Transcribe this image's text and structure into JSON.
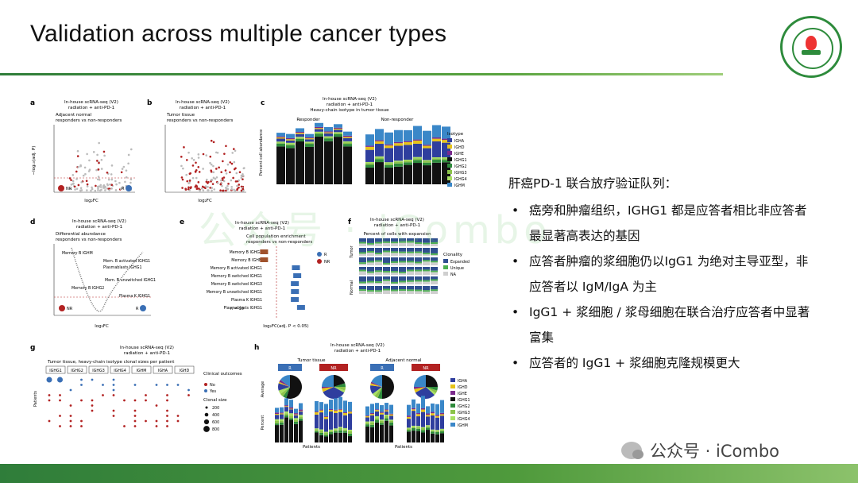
{
  "slide": {
    "title": "Validation across multiple cancer types",
    "watermark": "公众号 · iCombo",
    "footer_credit": "公众号 · iCombo"
  },
  "bullets": {
    "heading": "肝癌PD-1 联合放疗验证队列：",
    "items": [
      "癌旁和肿瘤组织，IGHG1 都是应答者相比非应答者最显著高表达的基因",
      "应答者肿瘤的浆细胞仍以IgG1 为绝对主导亚型，非应答者以 IgM/IgA 为主",
      "IgG1 + 浆细胞 / 浆母细胞在联合治疗应答者中显著富集",
      "应答者的 IgG1 + 浆细胞克隆规模更大"
    ]
  },
  "figure": {
    "panel_a": {
      "letter": "a",
      "title1": "In-house scRNA-seq (V2)",
      "title2": "radiation + anti-PD-1",
      "subtitle1": "Adjacent normal",
      "subtitle2": "responders vs non-responders",
      "xlabel": "log₂FC",
      "ylabel": "−log₁₀(adj. P)",
      "nr": "NR",
      "r": "R"
    },
    "panel_b": {
      "letter": "b",
      "title1": "In-house scRNA-seq (V2)",
      "title2": "radiation + anti-PD-1",
      "subtitle1": "Tumor tissue",
      "subtitle2": "responders vs non-responders",
      "xlabel": "log₂FC"
    },
    "panel_c": {
      "letter": "c",
      "title1": "In-house scRNA-seq (V2)",
      "title2": "radiation + anti-PD-1",
      "title3": "Heavy-chain isotype in tumor tissue",
      "left": "Responder",
      "right": "Non-responder",
      "ylabel": "Percent cell abundance",
      "legend_title": "Isotype",
      "legend": [
        "IGHA",
        "IGHD",
        "IGHE",
        "IGHG1",
        "IGHG2",
        "IGHG3",
        "IGHG4",
        "IGHM"
      ]
    },
    "panel_d": {
      "letter": "d",
      "title1": "In-house scRNA-seq (V2)",
      "title2": "radiation + anti-PD-1",
      "subtitle1": "Differential abundance",
      "subtitle2": "responders vs non-responders",
      "xlabel": "log₂FC",
      "nr": "NR",
      "r": "R",
      "labels": [
        "Memory B IGHM",
        "Mem. B activated IGHG1",
        "Plasmablasts IGHG1",
        "Mem. B unswitched IGHG1",
        "Memory B IGHG2",
        "Plasma K IGHG1"
      ]
    },
    "panel_e": {
      "letter": "e",
      "title1": "In-house scRNA-seq (V2)",
      "title2": "radiation + anti-PD-1",
      "subtitle1": "Cell population enrichment",
      "subtitle2": "responders vs non-responders",
      "xlabel": "log₂FC(adj. P < 0.05)",
      "n": "n = 10",
      "r": "R",
      "nr": "NR",
      "rows": [
        "Memory B IGHG2",
        "Memory B IGHM",
        "Memory B activated IGHG1",
        "Memory B switched IGHG1",
        "Memory B switched IGHG3",
        "Memory B unswitched IGHG1",
        "Plasma K IGHG1",
        "Plasmablasts IGHG1"
      ]
    },
    "panel_f": {
      "letter": "f",
      "title1": "In-house scRNA-seq (V2)",
      "title2": "radiation + anti-PD-1",
      "subtitle": "Percent of cells with expansion",
      "legend_title": "Clonality",
      "legend": [
        "Expanded",
        "Unique",
        "NA"
      ],
      "row1": "Tumor",
      "row2": "Normal"
    },
    "panel_g": {
      "letter": "g",
      "title1": "In-house scRNA-seq (V2)",
      "title2": "radiation + anti-PD-1",
      "subtitle": "Tumor tissue, heavy-chain isotype clonal sizes per patient",
      "isotypes": [
        "IGHG1",
        "IGHG2",
        "IGHG3",
        "IGHG4",
        "IGHM",
        "IGHA",
        "IGHD"
      ],
      "ylabel": "Patients",
      "legend_outcome": "Clinical outcomes",
      "no": "No",
      "yes": "Yes",
      "legend_size": "Clonal size",
      "sizes": [
        "200",
        "400",
        "600",
        "800"
      ]
    },
    "panel_h": {
      "letter": "h",
      "title1": "In-house scRNA-seq (V2)",
      "title2": "radiation + anti-PD-1",
      "tumor": "Tumor tissue",
      "normal": "Adjacent normal",
      "r": "R",
      "nr": "NR",
      "ylabel1": "Average",
      "ylabel2": "Percent",
      "xlabel": "Patients",
      "legend": [
        "IGHA",
        "IGHD",
        "IGHE",
        "IGHG1",
        "IGHG2",
        "IGHG3",
        "IGHG4",
        "IGHM"
      ]
    }
  },
  "colors": {
    "green_rule": "#2f7d3a",
    "IGHA": "#2f3e9e",
    "IGHD": "#e6c319",
    "IGHE": "#7b2a8c",
    "IGHG1": "#111111",
    "IGHG2": "#2e8b3c",
    "IGHG3": "#8bc34a",
    "IGHG4": "#a8e063",
    "IGHM": "#3a87c8",
    "nr_red": "#b22222",
    "r_blue": "#3a6fb5"
  }
}
